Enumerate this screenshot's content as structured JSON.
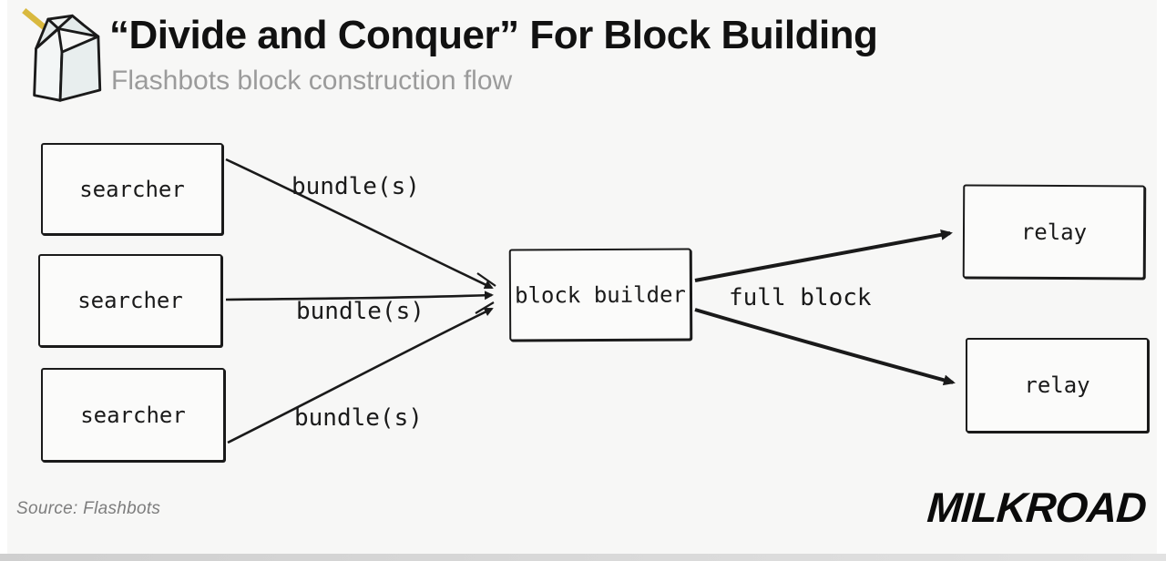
{
  "header": {
    "title": "“Divide and Conquer” For Block Building",
    "subtitle": "Flashbots block construction flow"
  },
  "diagram": {
    "searchers": [
      "searcher",
      "searcher",
      "searcher"
    ],
    "bundle_labels": [
      "bundle(s)",
      "bundle(s)",
      "bundle(s)"
    ],
    "builder_label": "block builder",
    "full_block_label": "full block",
    "relays": [
      "relay",
      "relay"
    ]
  },
  "footer": {
    "source": "Source: Flashbots",
    "brand": "MILKROAD"
  },
  "colors": {
    "background": "#f7f7f6",
    "ink": "#1a1a1a",
    "subtitle_gray": "#9b9b9b",
    "straw_yellow": "#d9b93f"
  }
}
